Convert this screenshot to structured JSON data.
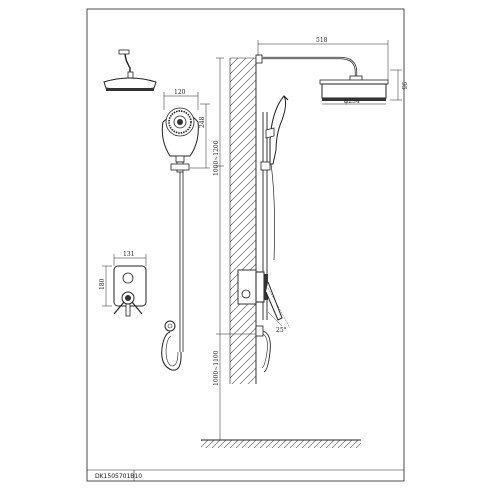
{
  "drawing": {
    "code": "DK1505701B10",
    "dims": {
      "arm_length": "518",
      "head_height": "95",
      "head_diameter": "φ254",
      "handshower_width": "120",
      "handshower_length": "248",
      "rail_height": "1000~1200",
      "valve_width": "131",
      "valve_height": "180",
      "valve_angle": "25°",
      "outlet_height": "1000~1100"
    }
  }
}
